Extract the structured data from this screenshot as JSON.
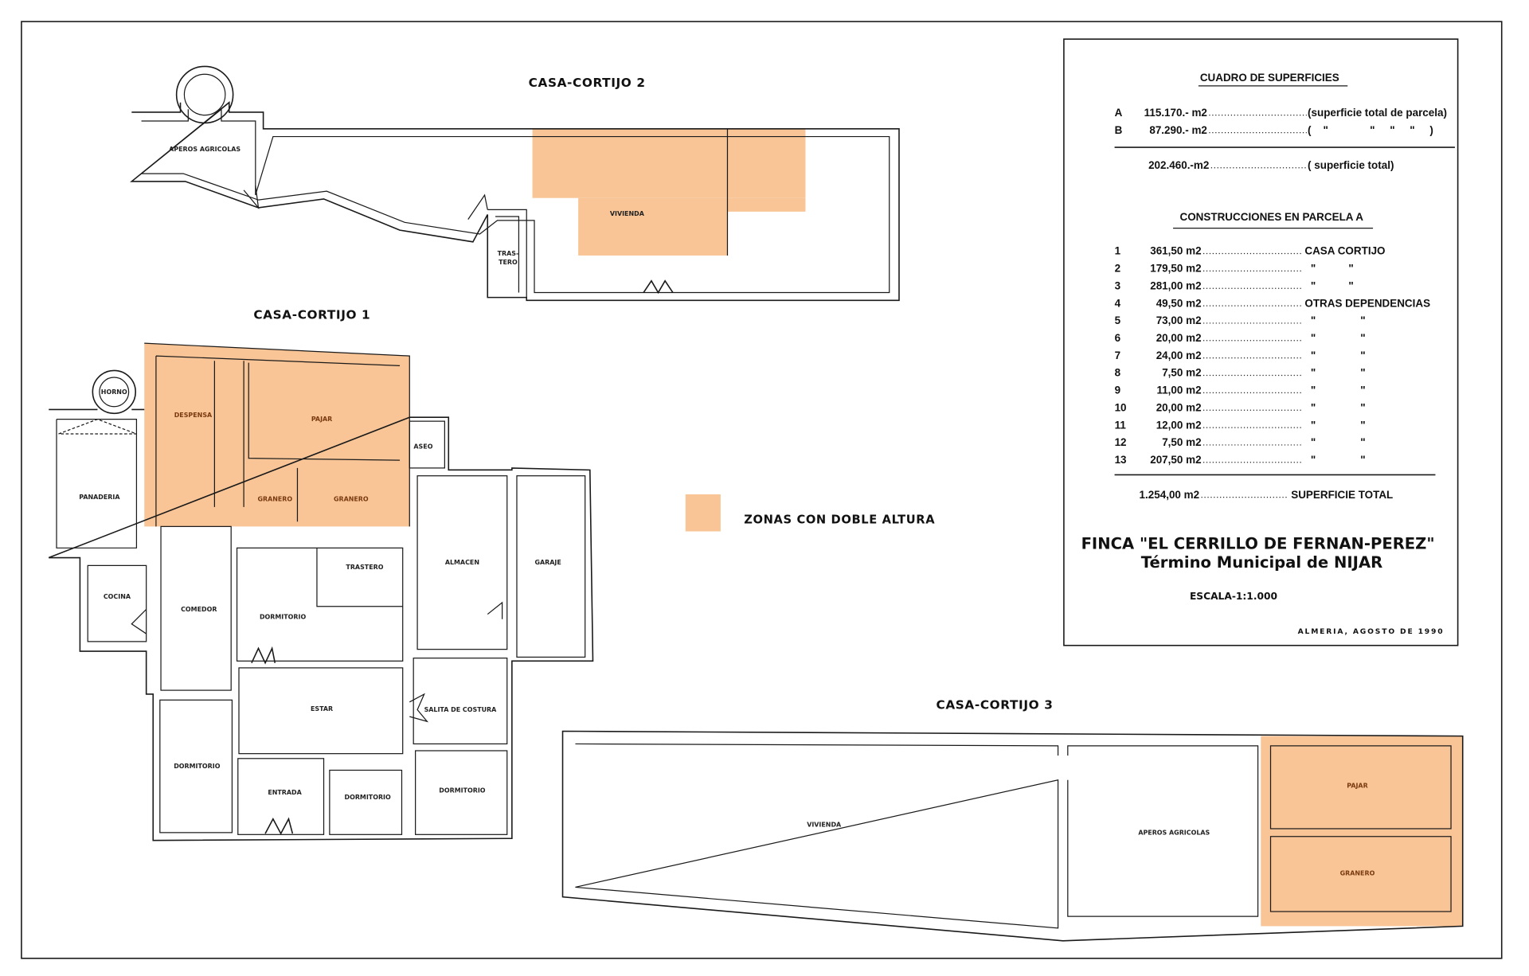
{
  "colors": {
    "double_height_zone": "#f9c596",
    "lines": "#1a1a1a"
  },
  "plans": {
    "cortijo2": {
      "title": "CASA-CORTIJO  2",
      "rooms": {
        "aperos": "APEROS  AGRICOLAS",
        "trastero_1": "TRAS-",
        "trastero_2": "TERO",
        "vivienda": "VIVIENDA"
      }
    },
    "cortijo1": {
      "title": "CASA-CORTIJO  1",
      "rooms": {
        "horno": "HORNO",
        "despensa": "DESPENSA",
        "pajar": "PAJAR",
        "aseo": "ASEO",
        "panaderia": "PANADERIA",
        "granero_1": "GRANERO",
        "granero_2": "GRANERO",
        "trastero": "TRASTERO",
        "almacen": "ALMACEN",
        "garaje": "GARAJE",
        "cocina": "COCINA",
        "comedor": "COMEDOR",
        "dormitorio_1": "DORMITORIO",
        "estar": "ESTAR",
        "salita": "SALITA  DE  COSTURA",
        "dormitorio_2": "DORMITORIO",
        "entrada": "ENTRADA",
        "dormitorio_3": "DORMITORIO",
        "dormitorio_4": "DORMITORIO"
      }
    },
    "cortijo3": {
      "title": "CASA-CORTIJO  3",
      "rooms": {
        "vivienda": "VIVIENDA",
        "aperos": "APEROS  AGRICOLAS",
        "pajar": "PAJAR",
        "granero": "GRANERO"
      }
    }
  },
  "legend": {
    "label": "ZONAS  CON  DOBLE  ALTURA"
  },
  "table": {
    "superficies_title": "CUADRO DE SUPERFICIES",
    "superficies": [
      {
        "key": "A",
        "value": "115.170.- m2",
        "desc": "(superficie total de parcela)"
      },
      {
        "key": "B",
        "value": "87.290.- m2",
        "desc": "(    \"              \"     \"     \"     )"
      }
    ],
    "superficie_total_value": "202.460.-m2",
    "superficie_total_desc": "( superficie total)",
    "construcciones_title": "CONSTRUCCIONES EN PARCELA   A",
    "construcciones": [
      {
        "n": "1",
        "value": "361,50 m2",
        "desc": "CASA CORTIJO"
      },
      {
        "n": "2",
        "value": "179,50 m2",
        "desc": "  \"           \""
      },
      {
        "n": "3",
        "value": "281,00 m2",
        "desc": "  \"           \""
      },
      {
        "n": "4",
        "value": "49,50 m2",
        "desc": "OTRAS DEPENDENCIAS"
      },
      {
        "n": "5",
        "value": "73,00 m2",
        "desc": "  \"               \""
      },
      {
        "n": "6",
        "value": "20,00 m2",
        "desc": "  \"               \""
      },
      {
        "n": "7",
        "value": "24,00 m2",
        "desc": "  \"               \""
      },
      {
        "n": "8",
        "value": "7,50 m2",
        "desc": "  \"               \""
      },
      {
        "n": "9",
        "value": "11,00 m2",
        "desc": "  \"               \""
      },
      {
        "n": "10",
        "value": "20,00 m2",
        "desc": "  \"               \""
      },
      {
        "n": "11",
        "value": "12,00 m2",
        "desc": "  \"               \""
      },
      {
        "n": "12",
        "value": "7,50 m2",
        "desc": "  \"               \""
      },
      {
        "n": "13",
        "value": "207,50 m2",
        "desc": "  \"               \""
      }
    ],
    "total_value": "1.254,00 m2",
    "total_desc": "SUPERFICIE TOTAL",
    "finca": "FINCA \"EL CERRILLO DE FERNAN-PEREZ\"",
    "municipio": "Término  Municipal de NIJAR",
    "escala": "ESCALA-1:1.000",
    "fecha": "ALMERIA,  AGOSTO  DE  1990"
  }
}
